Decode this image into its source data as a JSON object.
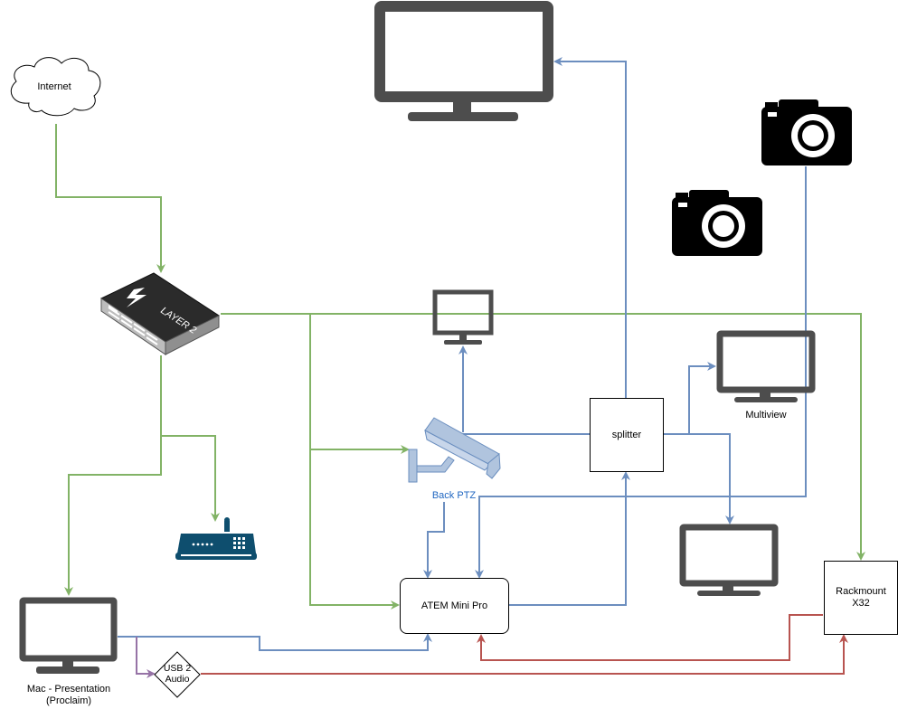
{
  "colors": {
    "green": "#82b366",
    "blue": "#6c8ebf",
    "red": "#b85450",
    "purple": "#9673a6",
    "device": "#4d4d4d",
    "camera": "#000000",
    "ptz_fill": "#b0c4de",
    "ptz_stroke": "#6a8ebf",
    "ptz_label": "#1f66c1",
    "controller": "#0e4e6e"
  },
  "nodes": {
    "internet": "Internet",
    "splitter": "splitter",
    "atem": "ATEM Mini Pro",
    "rackmount": "Rackmount\nX32",
    "multiview": "Multiview",
    "back_ptz": "Back PTZ",
    "mac": "Mac - Presentation\n(Proclaim)",
    "usb_audio": "USB 2\nAudio",
    "switch_label": "LAYER 2"
  },
  "icons": {
    "cloud": "cloud-icon",
    "switch": "network-switch-icon",
    "monitors": [
      "tv-large-icon",
      "monitor-small-icon",
      "monitor-multiview-icon",
      "monitor-bottom-right-icon",
      "mac-monitor-icon"
    ],
    "cameras": [
      "camera-icon-top",
      "camera-icon-middle"
    ],
    "ptz": "ptz-camera-icon",
    "controller": "ptz-controller-icon"
  }
}
